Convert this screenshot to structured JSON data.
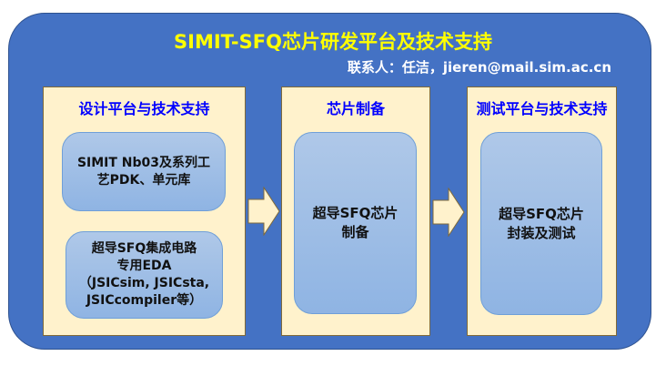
{
  "header": {
    "title": "SIMIT-SFQ芯片研发平台及技术支持",
    "contact": "联系人：任洁，jieren@mail.sim.ac.cn"
  },
  "panels": [
    {
      "title": "设计平台与技术支持",
      "boxes": [
        {
          "lines": [
            "SIMIT Nb03及系列工",
            "艺PDK、单元库"
          ]
        },
        {
          "lines": [
            "超导SFQ集成电路",
            "专用EDA",
            "（JSICsim, JSICsta,",
            "JSICcompiler等）"
          ]
        }
      ]
    },
    {
      "title": "芯片制备",
      "boxes": [
        {
          "lines": [
            "超导SFQ芯片",
            "制备"
          ]
        }
      ]
    },
    {
      "title": "测试平台与技术支持",
      "boxes": [
        {
          "lines": [
            "超导SFQ芯片",
            "封装及测试"
          ]
        }
      ]
    }
  ],
  "colors": {
    "background": "#4472C4",
    "panel": "#FFF2CC",
    "title": "#FFFF00",
    "panel_title": "#0000FF"
  }
}
